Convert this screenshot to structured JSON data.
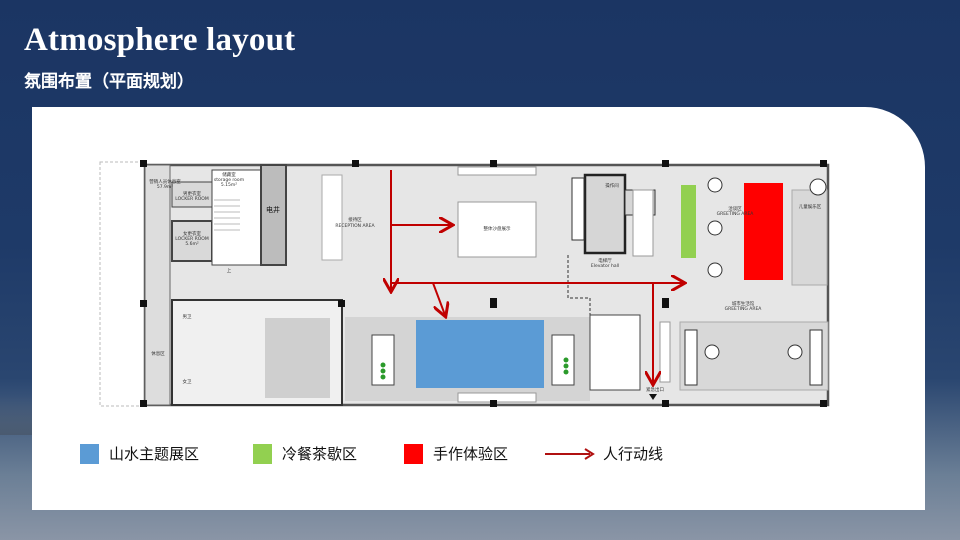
{
  "header": {
    "title": "Atmosphere layout",
    "subtitle": "氛围布置（平面规划）"
  },
  "plan": {
    "labels": {
      "storage": "储藏室",
      "storage_en": "storage room",
      "storage_area": "5.15m²",
      "shaft": "电井",
      "reception": "接待区",
      "reception_en": "RECEPTION AREA",
      "elevator": "电梯厅",
      "elevator_en": "Elevator hall",
      "greeting": "洽谈区",
      "greeting_en": "GREETING AREA",
      "city": "城市生活馆",
      "city_en": "GREETING AREA",
      "kids": "儿童娱乐区",
      "rest": "休息区",
      "men": "男卫",
      "women": "女卫",
      "locker1": "女更衣室",
      "locker1_en": "LOCKER ROOM",
      "locker1_area": "5.6m²",
      "locker2": "男更衣室",
      "locker2_en": "LOCKER ROOM",
      "staff": "营销人员休息室",
      "staff_area": "57.9m²",
      "up": "上",
      "exit": "紧急出口",
      "model": "整体沙盘展示",
      "op": "操作间"
    }
  },
  "legend": [
    {
      "label": "山水主题展区",
      "color": "#5b9bd5"
    },
    {
      "label": "冷餐茶歇区",
      "color": "#92d050"
    },
    {
      "label": "手作体验区",
      "color": "#ff0000"
    },
    {
      "label": "人行动线",
      "color": "#b01010"
    }
  ]
}
